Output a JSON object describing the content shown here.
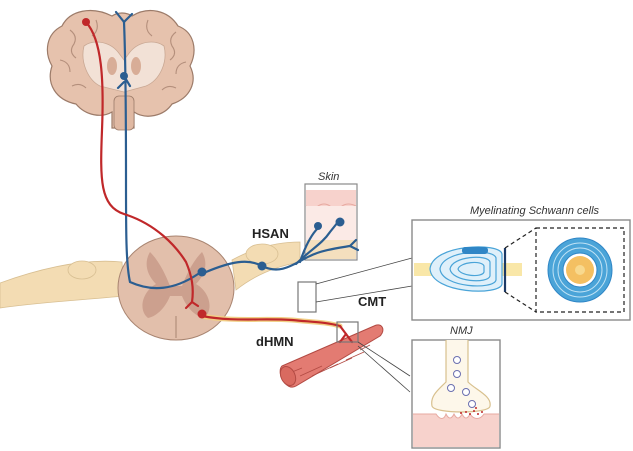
{
  "labels": {
    "skin": "Skin",
    "hsan": "HSAN",
    "myelinating": "Myelinating Schwann cells",
    "cmt": "CMT",
    "dhmn": "dHMN",
    "nmj": "NMJ"
  },
  "colors": {
    "motor_neuron": "#c0282a",
    "sensory_neuron": "#2b5e91",
    "myelin_sheath": "#f1cf86",
    "brain_tissue": "#e6c2ad",
    "spinal_cord": "#e2bfab",
    "nerve_root": "#f3dcb3",
    "muscle": "#e37b72",
    "schwann_cell": "#4aa4d8",
    "axon_core": "#f4c062",
    "skin_tissue": "#f7d2cc",
    "panel_border": "#8a8a8a"
  }
}
